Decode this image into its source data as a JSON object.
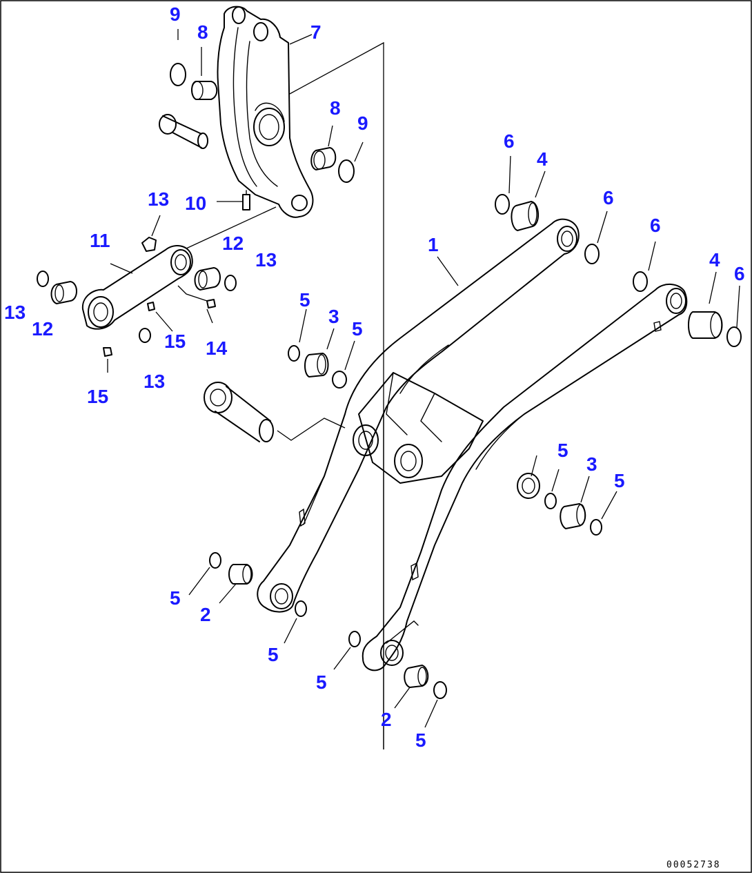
{
  "diagram_code": "00052738",
  "callouts": [
    {
      "id": "c9a",
      "text": "9"
    },
    {
      "id": "c8a",
      "text": "8"
    },
    {
      "id": "c7",
      "text": "7"
    },
    {
      "id": "c8b",
      "text": "8"
    },
    {
      "id": "c9b",
      "text": "9"
    },
    {
      "id": "c6a",
      "text": "6"
    },
    {
      "id": "c4a",
      "text": "4"
    },
    {
      "id": "c6b",
      "text": "6"
    },
    {
      "id": "c13a",
      "text": "13"
    },
    {
      "id": "c10",
      "text": "10"
    },
    {
      "id": "c11",
      "text": "11"
    },
    {
      "id": "c12a",
      "text": "12"
    },
    {
      "id": "c13b",
      "text": "13"
    },
    {
      "id": "c1",
      "text": "1"
    },
    {
      "id": "c6c",
      "text": "6"
    },
    {
      "id": "c4b",
      "text": "4"
    },
    {
      "id": "c6d",
      "text": "6"
    },
    {
      "id": "c13c",
      "text": "13"
    },
    {
      "id": "c12b",
      "text": "12"
    },
    {
      "id": "c15a",
      "text": "15"
    },
    {
      "id": "c14",
      "text": "14"
    },
    {
      "id": "c5a",
      "text": "5"
    },
    {
      "id": "c3a",
      "text": "3"
    },
    {
      "id": "c5b",
      "text": "5"
    },
    {
      "id": "c13d",
      "text": "13"
    },
    {
      "id": "c15b",
      "text": "15"
    },
    {
      "id": "c5c",
      "text": "5"
    },
    {
      "id": "c3b",
      "text": "3"
    },
    {
      "id": "c5d",
      "text": "5"
    },
    {
      "id": "c5e",
      "text": "5"
    },
    {
      "id": "c2a",
      "text": "2"
    },
    {
      "id": "c5f",
      "text": "5"
    },
    {
      "id": "c5g",
      "text": "5"
    },
    {
      "id": "c2b",
      "text": "2"
    },
    {
      "id": "c5h",
      "text": "5"
    }
  ]
}
